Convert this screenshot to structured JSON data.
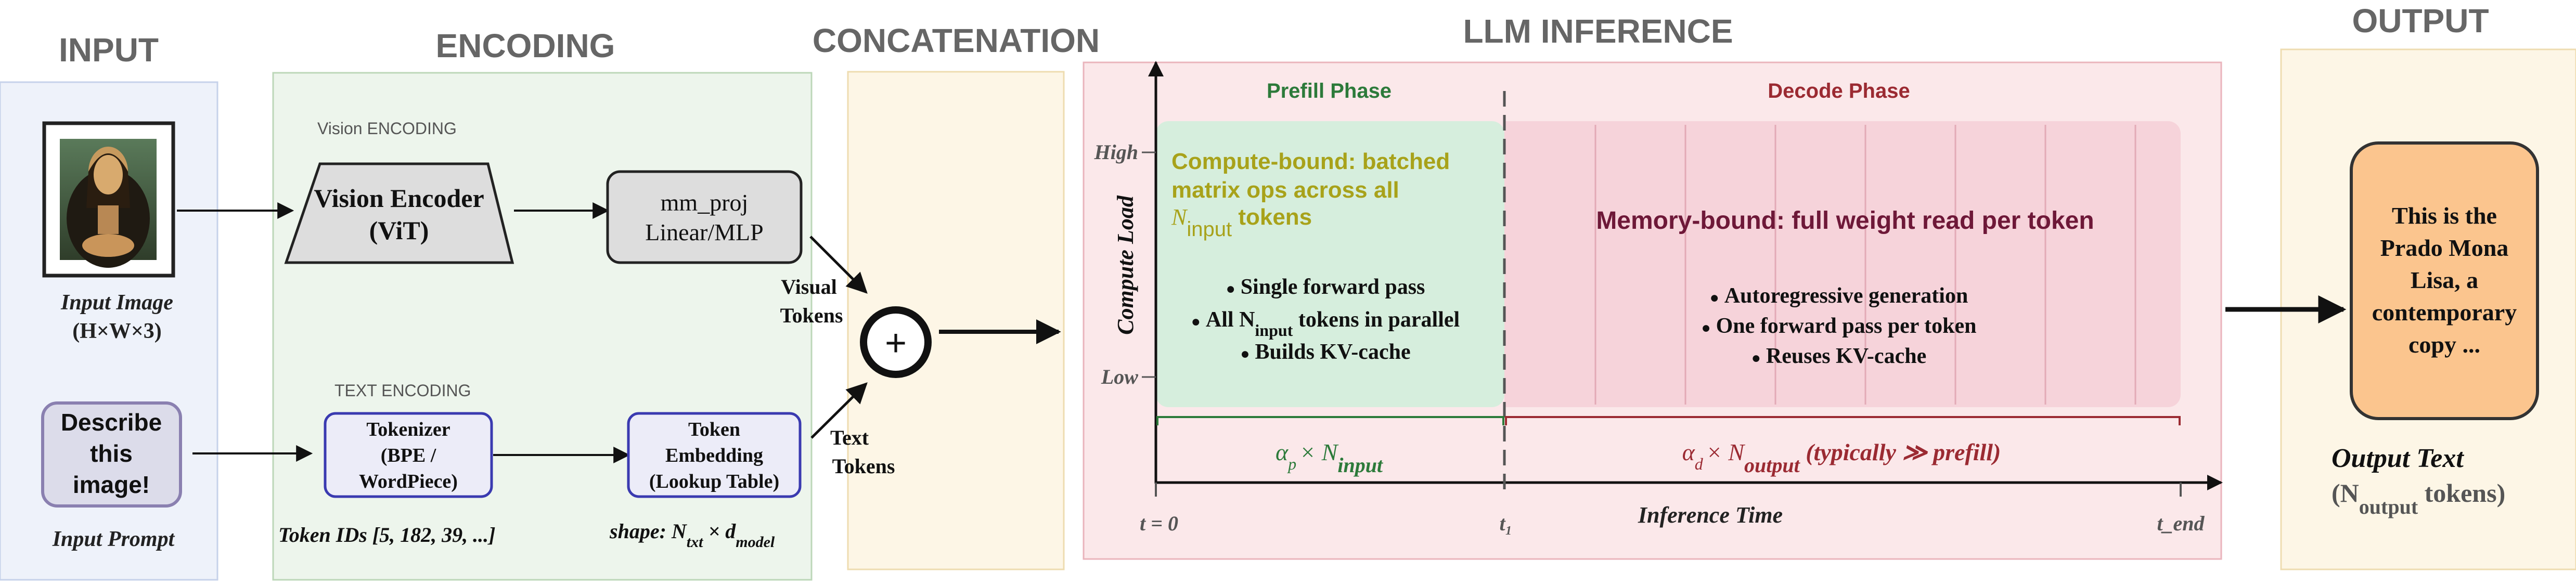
{
  "sections": {
    "input": "INPUT",
    "encoding": "ENCODING",
    "concatenation": "CONCATENATION",
    "llm_inference": "LLM INFERENCE",
    "output": "OUTPUT"
  },
  "input": {
    "image_caption_line1": "Input Image",
    "image_caption_line2": "(H×W×3)",
    "prompt_lines": [
      "Describe",
      "this",
      "image!"
    ],
    "prompt_caption": "Input Prompt"
  },
  "encoding": {
    "vision_label": "Vision ENCODING",
    "vision_encoder_line1": "Vision Encoder",
    "vision_encoder_line2": "(ViT)",
    "mm_proj_line1": "mm_proj",
    "mm_proj_line2": "Linear/MLP",
    "text_label": "TEXT ENCODING",
    "tokenizer_lines": [
      "Tokenizer",
      "(BPE /",
      "WordPiece)"
    ],
    "embedding_lines": [
      "Token",
      "Embedding",
      "(Lookup Table)"
    ],
    "token_ids": "Token IDs [5, 182, 39, ...]",
    "shape_prefix": "shape: N",
    "shape_sub1": "txt",
    "shape_mid": " × d",
    "shape_sub2": "model"
  },
  "concat": {
    "visual_tokens_line1": "Visual",
    "visual_tokens_line2": "Tokens",
    "text_tokens_line1": "Text",
    "text_tokens_line2": "Tokens",
    "plus_symbol": "+"
  },
  "inference": {
    "prefill_title": "Prefill Phase",
    "decode_title": "Decode Phase",
    "y_axis_label": "Compute Load",
    "y_high": "High",
    "y_low": "Low",
    "prefill_heading_line1": "Compute-bound: batched",
    "prefill_heading_line2": "matrix ops across all",
    "prefill_heading_n": "N",
    "prefill_heading_sub": "input",
    "prefill_heading_tail": " tokens",
    "prefill_bullet1": "Single forward pass",
    "prefill_bullet2_pre": "All N",
    "prefill_bullet2_sub": "input",
    "prefill_bullet2_post": " tokens in parallel",
    "prefill_bullet3": "Builds KV-cache",
    "decode_heading": "Memory-bound: full weight read per token",
    "decode_bullet1": "Autoregressive generation",
    "decode_bullet2": "One forward pass per token",
    "decode_bullet3": "Reuses KV-cache",
    "prefill_cost_alpha": "α",
    "prefill_cost_sub": "p",
    "prefill_cost_mid": "× N",
    "prefill_cost_n_sub": "input",
    "decode_cost_alpha": "α",
    "decode_cost_sub": "d",
    "decode_cost_mid": "× N",
    "decode_cost_n_sub": "output",
    "decode_cost_tail": " (typically ≫ prefill)",
    "t0": "t = 0",
    "t1": "t₁",
    "x_axis_label": "Inference Time",
    "t_end": "t_end",
    "bullet": "●"
  },
  "output": {
    "box_lines": [
      "This is the",
      "Prado Mona",
      "Lisa, a",
      "contemporary",
      "copy ..."
    ],
    "caption_line1": "Output Text",
    "caption_line2_pre": "(N",
    "caption_line2_sub": "output",
    "caption_line2_post": " tokens)"
  },
  "colors": {
    "input_panel": "#eef2fa",
    "encoding_panel": "#edf5ec",
    "concat_panel": "#fdf6e6",
    "inference_panel": "#fbe8ea",
    "output_panel": "#fdf6e6",
    "prefill_fill": "#d6eedd",
    "decode_fill": "#f6d3da",
    "prefill_text": "#a8a21a",
    "decode_text": "#6e1838",
    "prefill_green": "#2c7a3a",
    "decode_red": "#9b2a32",
    "output_box": "#fbc58e",
    "prompt_box": "#dcdcea",
    "token_box": "#ececf8",
    "token_border": "#3a3ab0"
  }
}
